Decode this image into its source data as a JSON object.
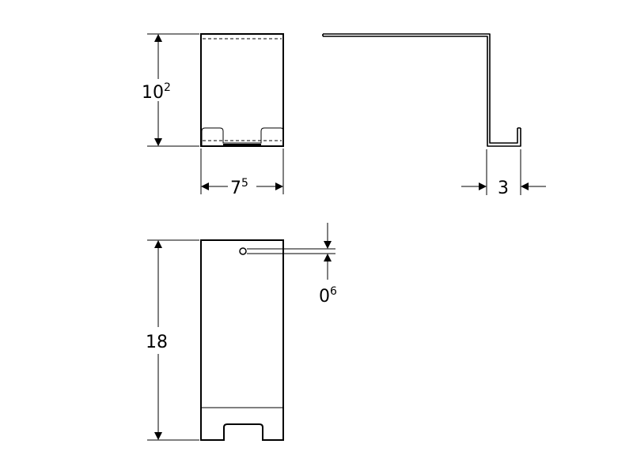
{
  "dimensions": {
    "front_height": {
      "main": "10",
      "sup": "2"
    },
    "front_width": {
      "main": "7",
      "sup": "5"
    },
    "side_depth": {
      "main": "3"
    },
    "back_height": {
      "main": "18"
    },
    "hole_offset": {
      "main": "0",
      "sup": "6"
    }
  }
}
